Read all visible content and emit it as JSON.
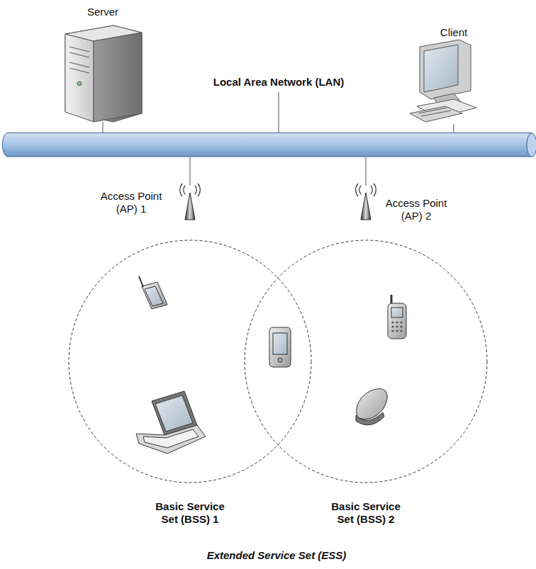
{
  "diagram": {
    "caption": "Extended Service Set (ESS)",
    "nodes": [
      {
        "text": [
          "Server"
        ]
      },
      {
        "text": [
          "Client"
        ]
      },
      {
        "text": [
          "Local Area Network (LAN)"
        ]
      },
      {
        "text": [
          "Access Point (AP) 1"
        ]
      },
      {
        "text": [
          "Access Point (AP) 2"
        ]
      },
      {
        "text": [
          "Basic Service Set (BSS) 1"
        ]
      },
      {
        "text": [
          "Basic Service Set (BSS) 2"
        ]
      }
    ],
    "edges": [
      {
        "from": 0,
        "to": 2,
        "arrow": "none"
      },
      {
        "from": 1,
        "to": 2,
        "arrow": "none"
      },
      {
        "from": 3,
        "to": 2,
        "arrow": "none"
      },
      {
        "from": 4,
        "to": 2,
        "arrow": "none"
      }
    ]
  }
}
